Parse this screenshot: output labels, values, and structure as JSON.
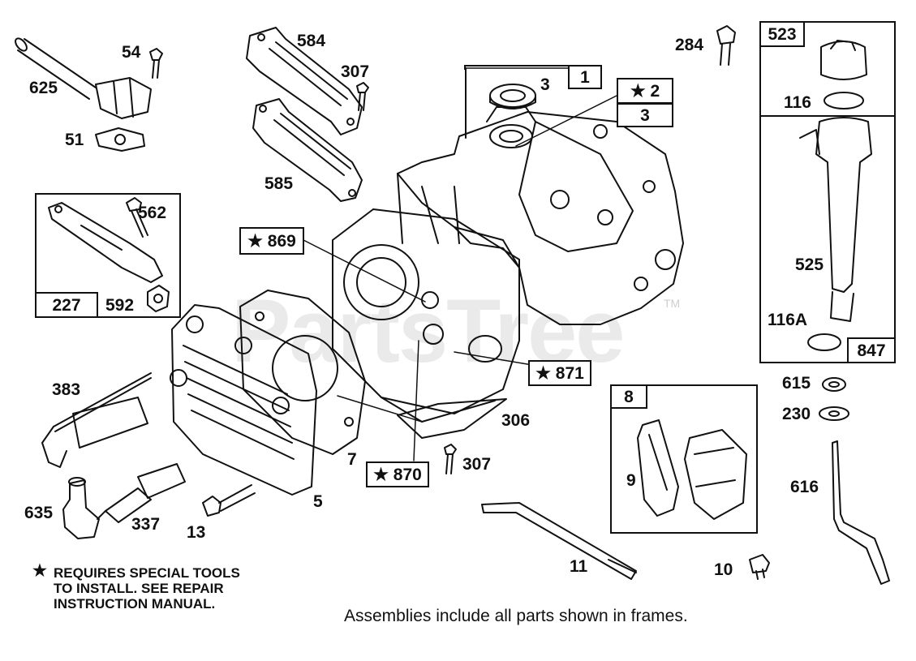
{
  "watermark": {
    "text": "PartsTree",
    "tm": "TM"
  },
  "callouts": {
    "c625": "625",
    "c54": "54",
    "c51": "51",
    "c584": "584",
    "c307a": "307",
    "c585": "585",
    "c284": "284",
    "c3a": "3",
    "c1": "1",
    "c2": "★ 2",
    "c3b": "3",
    "c562": "562",
    "c227": "227",
    "c592": "592",
    "c869": "★ 869",
    "c871": "★ 871",
    "c870": "★ 870",
    "c383": "383",
    "c306": "306",
    "c307b": "307",
    "c7": "7",
    "c5": "5",
    "c635": "635",
    "c337": "337",
    "c13": "13",
    "c11": "11",
    "c10": "10",
    "c8": "8",
    "c9": "9",
    "c523": "523",
    "c116": "116",
    "c525": "525",
    "c116a": "116A",
    "c847": "847",
    "c615": "615",
    "c230": "230",
    "c616": "616"
  },
  "note": {
    "star": "★",
    "line1": "REQUIRES SPECIAL TOOLS",
    "line2": "TO INSTALL.  SEE REPAIR",
    "line3": "INSTRUCTION MANUAL."
  },
  "footer": "Assemblies include all parts shown in frames.",
  "colors": {
    "ink": "#111111",
    "watermark": "#d9d9d9",
    "background": "#ffffff"
  }
}
